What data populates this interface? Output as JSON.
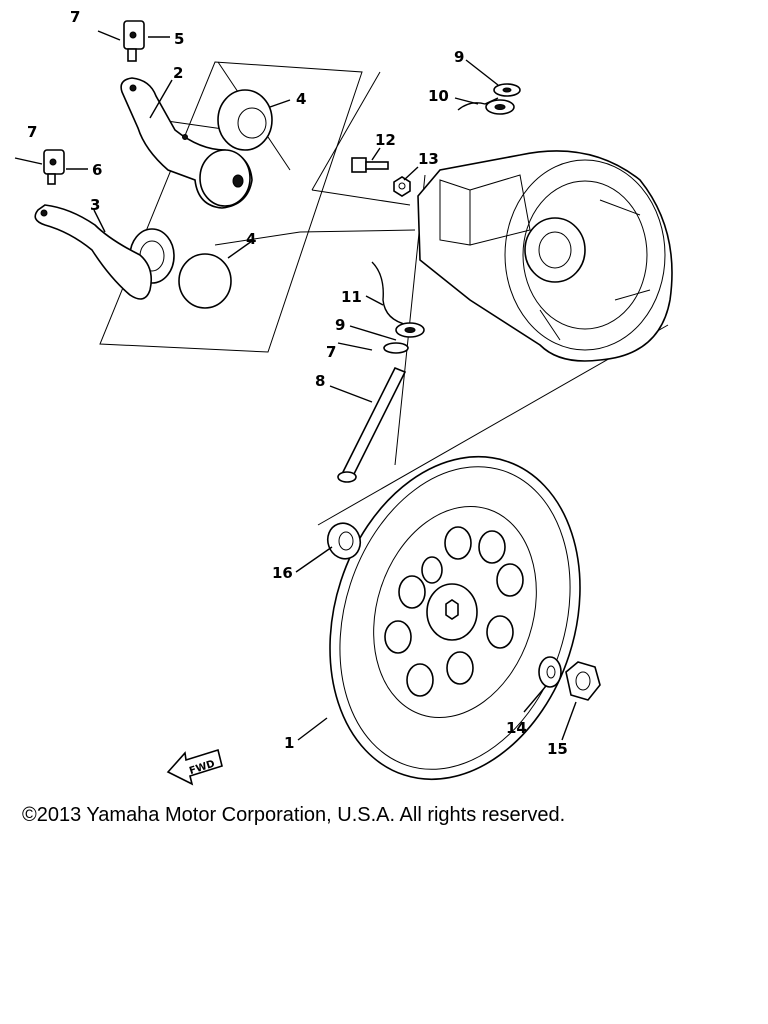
{
  "diagram": {
    "callouts": {
      "c1": "1",
      "c2": "2",
      "c3": "3",
      "c4a": "4",
      "c4b": "4",
      "c5": "5",
      "c6": "6",
      "c7a": "7",
      "c7b": "7",
      "c7c": "7",
      "c8": "8",
      "c9a": "9",
      "c9b": "9",
      "c10": "10",
      "c11": "11",
      "c12": "12",
      "c13": "13",
      "c14": "14",
      "c15": "15",
      "c16": "16"
    },
    "fwd_label": "FWD"
  },
  "footer": {
    "copyright": "©2013 Yamaha Motor Corporation, U.S.A. All rights reserved."
  }
}
